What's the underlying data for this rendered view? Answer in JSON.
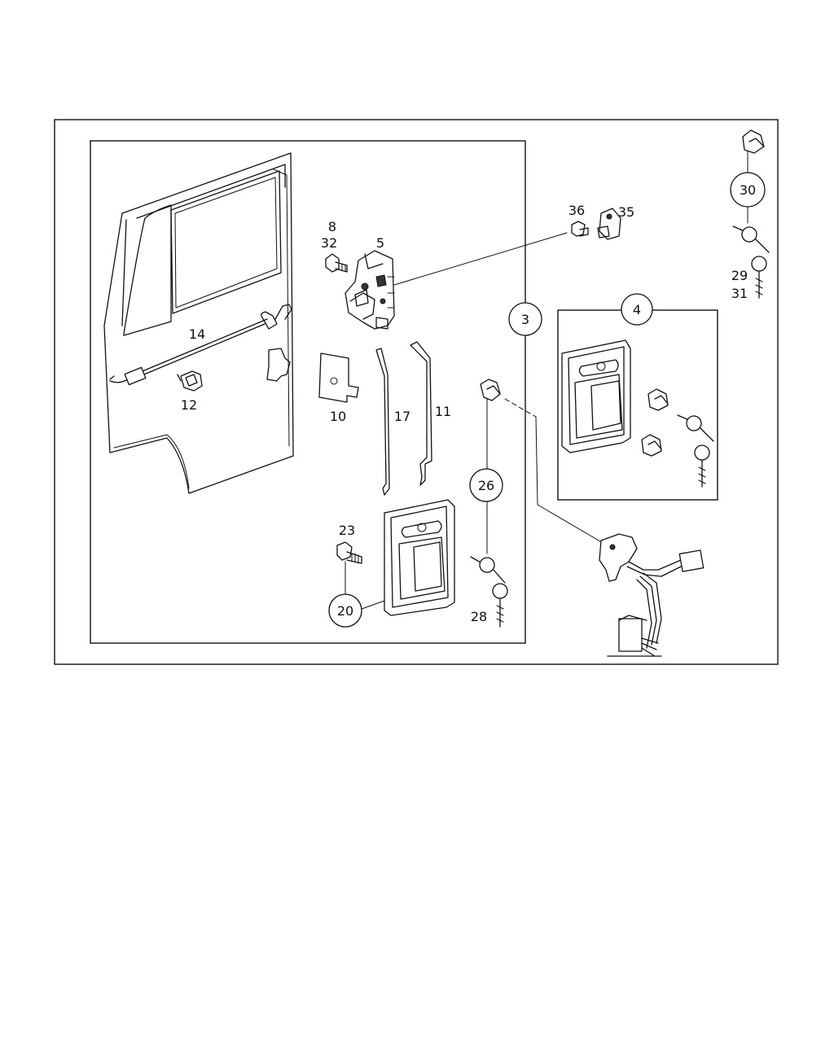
{
  "labels": {
    "p3": "3",
    "p4": "4",
    "p5": "5",
    "p8": "8",
    "p10": "10",
    "p11": "11",
    "p12": "12",
    "p14": "14",
    "p17": "17",
    "p20": "20",
    "p23": "23",
    "p26": "26",
    "p28": "28",
    "p29": "29",
    "p30": "30",
    "p31": "31",
    "p32": "32",
    "p35": "35",
    "p36": "36"
  }
}
